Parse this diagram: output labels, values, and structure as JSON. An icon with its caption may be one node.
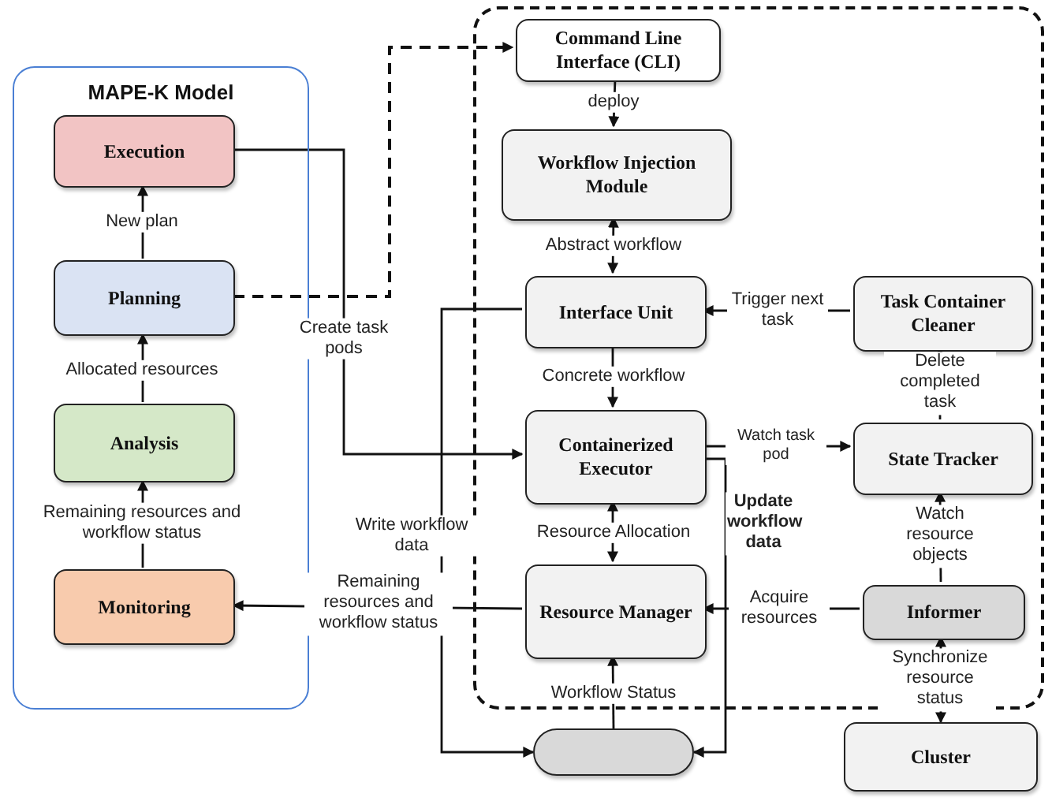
{
  "diagram": {
    "nodes": [
      {
        "text": [
          "MAPE-K Model"
        ]
      },
      {
        "text": [
          "Execution"
        ],
        "in": 0
      },
      {
        "text": [
          "Planning"
        ],
        "in": 0
      },
      {
        "text": [
          "Analysis"
        ],
        "in": 0
      },
      {
        "text": [
          "Monitoring"
        ],
        "in": 0
      },
      {
        "text": [],
        "shape": "box"
      },
      {
        "text": [
          "Command Line Interface (CLI)"
        ],
        "in": 5
      },
      {
        "text": [
          "Workflow Injection Module"
        ],
        "in": 5
      },
      {
        "text": [
          "Interface Unit"
        ],
        "in": 5
      },
      {
        "text": [
          "Task Container Cleaner"
        ],
        "in": 5
      },
      {
        "text": [
          "Containerized Executor"
        ],
        "in": 5
      },
      {
        "text": [
          "State Tracker"
        ],
        "in": 5
      },
      {
        "text": [
          "Resource Manager"
        ],
        "in": 5
      },
      {
        "text": [
          "Informer"
        ],
        "in": 5
      },
      {
        "text": [],
        "shape": "box"
      },
      {
        "text": [
          "Cluster"
        ]
      }
    ],
    "edges": [
      {
        "from": 4,
        "to": 3,
        "arrow": "to",
        "label": "Remaining resources and workflow status"
      },
      {
        "from": 3,
        "to": 2,
        "arrow": "to",
        "label": "Allocated resources"
      },
      {
        "from": 2,
        "to": 1,
        "arrow": "to",
        "label": "New plan"
      },
      {
        "from": 2,
        "to": 6,
        "arrow": "to",
        "style": "dashed"
      },
      {
        "from": 1,
        "to": 10,
        "arrow": "to",
        "label": "Create task pods"
      },
      {
        "from": 6,
        "to": 7,
        "arrow": "to",
        "label": "deploy"
      },
      {
        "from": 7,
        "to": 8,
        "arrow": "both",
        "label": "Abstract workflow"
      },
      {
        "from": 8,
        "to": 10,
        "arrow": "to",
        "label": "Concrete workflow"
      },
      {
        "from": 9,
        "to": 8,
        "arrow": "to",
        "label": "Trigger next task"
      },
      {
        "from": 11,
        "to": 9,
        "arrow": "to",
        "label": "Delete completed task"
      },
      {
        "from": 10,
        "to": 11,
        "arrow": "to",
        "label": "Watch task pod"
      },
      {
        "from": 13,
        "to": 11,
        "arrow": "to",
        "label": "Watch resource objects"
      },
      {
        "from": 10,
        "to": 12,
        "arrow": "both",
        "label": "Resource Allocation"
      },
      {
        "from": 13,
        "to": 12,
        "arrow": "to",
        "label": "Acquire resources"
      },
      {
        "from": 12,
        "to": 4,
        "arrow": "to",
        "label": "Remaining resources and workflow status"
      },
      {
        "from": 8,
        "to": 14,
        "arrow": "to",
        "label": "Write workflow data"
      },
      {
        "from": 10,
        "to": 14,
        "arrow": "to",
        "label": "Update workflow data"
      },
      {
        "from": 14,
        "to": 12,
        "arrow": "to",
        "label": "Workflow Status"
      },
      {
        "from": 15,
        "to": 13,
        "arrow": "both",
        "label": "Synchronize resource status"
      }
    ]
  }
}
